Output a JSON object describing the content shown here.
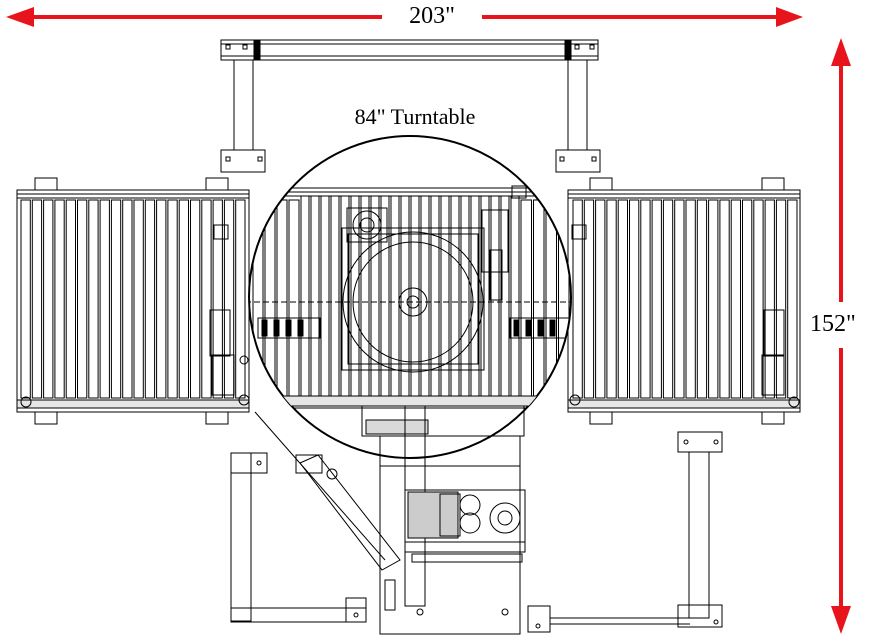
{
  "drawing": {
    "width_dimension": "203\"",
    "height_dimension": "152\"",
    "turntable_label": "84\" Turntable"
  },
  "colors": {
    "dimension_arrow": "#e8141c",
    "linework": "#000000",
    "background": "#ffffff"
  },
  "components": {
    "left_conveyor_roller_count": 20,
    "right_conveyor_roller_count": 20,
    "center_conveyor_roller_count": 22
  }
}
